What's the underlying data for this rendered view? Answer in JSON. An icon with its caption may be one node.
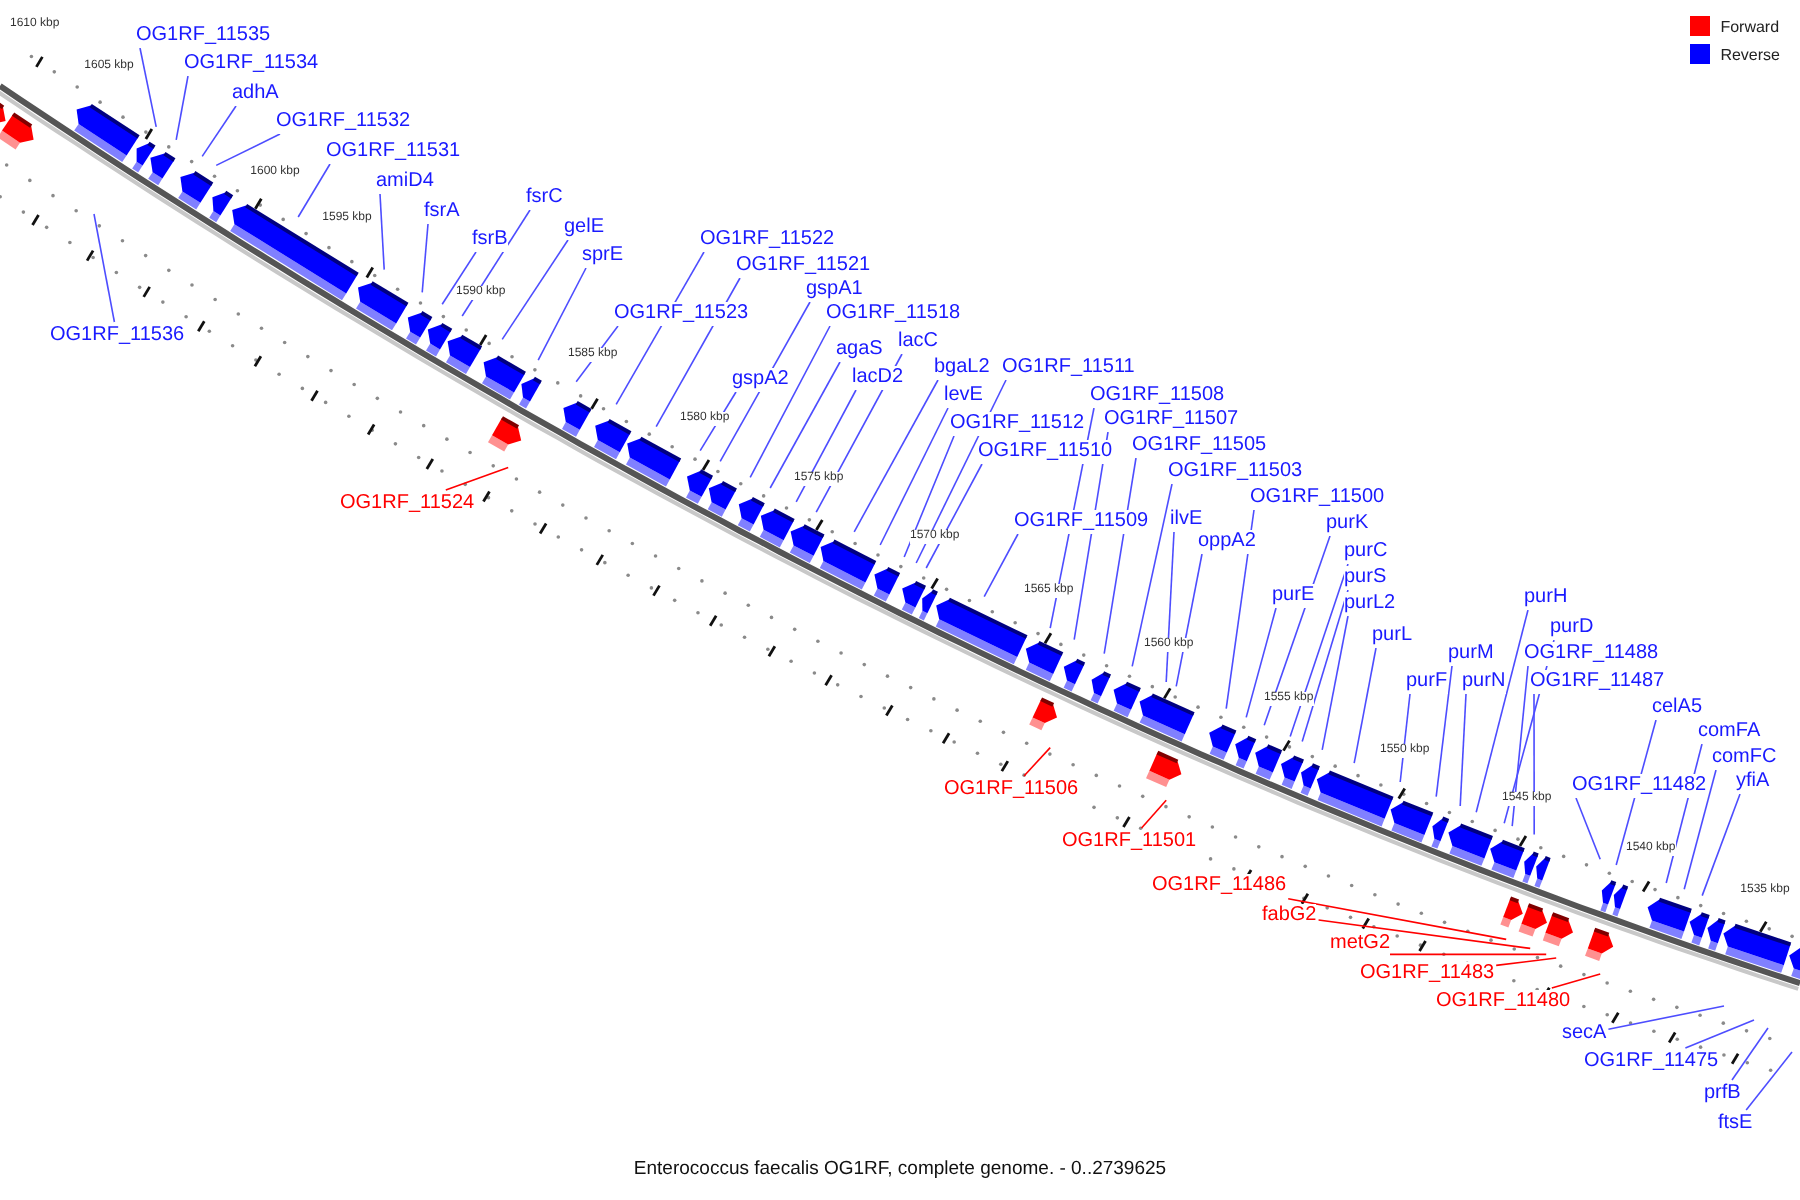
{
  "diagram": {
    "caption": "Enterococcus faecalis OG1RF, complete genome. - 0..2739625",
    "nodes": [
      {
        "text": [
          "OG1RF_11535"
        ]
      },
      {
        "text": [
          "OG1RF_11534"
        ]
      },
      {
        "text": [
          "adhA"
        ]
      },
      {
        "text": [
          "OG1RF_11532"
        ]
      },
      {
        "text": [
          "OG1RF_11531"
        ]
      },
      {
        "text": [
          "amiD4"
        ]
      },
      {
        "text": [
          "fsrA"
        ]
      },
      {
        "text": [
          "fsrB"
        ]
      },
      {
        "text": [
          "fsrC"
        ]
      },
      {
        "text": [
          "gelE"
        ]
      },
      {
        "text": [
          "sprE"
        ]
      },
      {
        "text": [
          "OG1RF_11522"
        ]
      },
      {
        "text": [
          "OG1RF_11521"
        ]
      },
      {
        "text": [
          "gspA1"
        ]
      },
      {
        "text": [
          "OG1RF_11523"
        ]
      },
      {
        "text": [
          "OG1RF_11518"
        ]
      },
      {
        "text": [
          "agaS"
        ]
      },
      {
        "text": [
          "lacC"
        ]
      },
      {
        "text": [
          "gspA2"
        ]
      },
      {
        "text": [
          "lacD2"
        ]
      },
      {
        "text": [
          "bgaL2"
        ]
      },
      {
        "text": [
          "levE"
        ]
      },
      {
        "text": [
          "OG1RF_11511"
        ]
      },
      {
        "text": [
          "OG1RF_11512"
        ]
      },
      {
        "text": [
          "OG1RF_11510"
        ]
      },
      {
        "text": [
          "OG1RF_11509"
        ]
      },
      {
        "text": [
          "OG1RF_11508"
        ]
      },
      {
        "text": [
          "OG1RF_11507"
        ]
      },
      {
        "text": [
          "OG1RF_11505"
        ]
      },
      {
        "text": [
          "OG1RF_11503"
        ]
      },
      {
        "text": [
          "ilvE"
        ]
      },
      {
        "text": [
          "oppA2"
        ]
      },
      {
        "text": [
          "OG1RF_11500"
        ]
      },
      {
        "text": [
          "purK"
        ]
      },
      {
        "text": [
          "purE"
        ]
      },
      {
        "text": [
          "purC"
        ]
      },
      {
        "text": [
          "purS"
        ]
      },
      {
        "text": [
          "purL2"
        ]
      },
      {
        "text": [
          "purL"
        ]
      },
      {
        "text": [
          "purF"
        ]
      },
      {
        "text": [
          "purM"
        ]
      },
      {
        "text": [
          "purN"
        ]
      },
      {
        "text": [
          "purH"
        ]
      },
      {
        "text": [
          "purD"
        ]
      },
      {
        "text": [
          "OG1RF_11488"
        ]
      },
      {
        "text": [
          "OG1RF_11487"
        ]
      },
      {
        "text": [
          "celA5"
        ]
      },
      {
        "text": [
          "OG1RF_11482"
        ]
      },
      {
        "text": [
          "comFA"
        ]
      },
      {
        "text": [
          "comFC"
        ]
      },
      {
        "text": [
          "yfiA"
        ]
      },
      {
        "text": [
          "OG1RF_11536"
        ]
      },
      {
        "text": [
          "secA"
        ]
      },
      {
        "text": [
          "OG1RF_11475"
        ]
      },
      {
        "text": [
          "prfB"
        ]
      },
      {
        "text": [
          "ftsE"
        ]
      },
      {
        "text": [
          "OG1RF_11524"
        ]
      },
      {
        "text": [
          "OG1RF_11506"
        ]
      },
      {
        "text": [
          "OG1RF_11501"
        ]
      },
      {
        "text": [
          "OG1RF_11486"
        ]
      },
      {
        "text": [
          "fabG2"
        ]
      },
      {
        "text": [
          "metG2"
        ]
      },
      {
        "text": [
          "OG1RF_11483"
        ]
      },
      {
        "text": [
          "OG1RF_11480"
        ]
      }
    ],
    "edges": [
      {
        "from": 0,
        "to": null,
        "arrow": "none"
      },
      {
        "from": 1,
        "to": null,
        "arrow": "none"
      },
      {
        "from": 2,
        "to": null,
        "arrow": "none"
      },
      {
        "from": 3,
        "to": null,
        "arrow": "none"
      },
      {
        "from": 4,
        "to": null,
        "arrow": "none"
      },
      {
        "from": 5,
        "to": null,
        "arrow": "none"
      },
      {
        "from": 6,
        "to": null,
        "arrow": "none"
      },
      {
        "from": 7,
        "to": null,
        "arrow": "none"
      },
      {
        "from": 8,
        "to": null,
        "arrow": "none"
      },
      {
        "from": 9,
        "to": null,
        "arrow": "none"
      },
      {
        "from": 10,
        "to": null,
        "arrow": "none"
      },
      {
        "from": 11,
        "to": null,
        "arrow": "none"
      },
      {
        "from": 12,
        "to": null,
        "arrow": "none"
      },
      {
        "from": 13,
        "to": null,
        "arrow": "none"
      },
      {
        "from": 14,
        "to": null,
        "arrow": "none"
      },
      {
        "from": 15,
        "to": null,
        "arrow": "none"
      },
      {
        "from": 16,
        "to": null,
        "arrow": "none"
      },
      {
        "from": 17,
        "to": null,
        "arrow": "none"
      },
      {
        "from": 18,
        "to": null,
        "arrow": "none"
      },
      {
        "from": 19,
        "to": null,
        "arrow": "none"
      },
      {
        "from": 20,
        "to": null,
        "arrow": "none"
      },
      {
        "from": 21,
        "to": null,
        "arrow": "none"
      },
      {
        "from": 22,
        "to": null,
        "arrow": "none"
      },
      {
        "from": 23,
        "to": null,
        "arrow": "none"
      },
      {
        "from": 24,
        "to": null,
        "arrow": "none"
      },
      {
        "from": 25,
        "to": null,
        "arrow": "none"
      },
      {
        "from": 26,
        "to": null,
        "arrow": "none"
      },
      {
        "from": 27,
        "to": null,
        "arrow": "none"
      },
      {
        "from": 28,
        "to": null,
        "arrow": "none"
      },
      {
        "from": 29,
        "to": null,
        "arrow": "none"
      },
      {
        "from": 30,
        "to": null,
        "arrow": "none"
      },
      {
        "from": 31,
        "to": null,
        "arrow": "none"
      },
      {
        "from": 32,
        "to": null,
        "arrow": "none"
      },
      {
        "from": 33,
        "to": null,
        "arrow": "none"
      },
      {
        "from": 34,
        "to": null,
        "arrow": "none"
      },
      {
        "from": 35,
        "to": null,
        "arrow": "none"
      },
      {
        "from": 36,
        "to": null,
        "arrow": "none"
      },
      {
        "from": 37,
        "to": null,
        "arrow": "none"
      },
      {
        "from": 38,
        "to": null,
        "arrow": "none"
      },
      {
        "from": 39,
        "to": null,
        "arrow": "none"
      },
      {
        "from": 40,
        "to": null,
        "arrow": "none"
      },
      {
        "from": 41,
        "to": null,
        "arrow": "none"
      },
      {
        "from": 42,
        "to": null,
        "arrow": "none"
      },
      {
        "from": 43,
        "to": null,
        "arrow": "none"
      },
      {
        "from": 44,
        "to": null,
        "arrow": "none"
      },
      {
        "from": 45,
        "to": null,
        "arrow": "none"
      },
      {
        "from": 46,
        "to": null,
        "arrow": "none"
      },
      {
        "from": 47,
        "to": null,
        "arrow": "none"
      },
      {
        "from": 48,
        "to": null,
        "arrow": "none"
      },
      {
        "from": 49,
        "to": null,
        "arrow": "none"
      },
      {
        "from": 50,
        "to": null,
        "arrow": "none"
      },
      {
        "from": 51,
        "to": null,
        "arrow": "none"
      },
      {
        "from": 52,
        "to": null,
        "arrow": "none"
      },
      {
        "from": 53,
        "to": null,
        "arrow": "none"
      },
      {
        "from": 54,
        "to": null,
        "arrow": "none"
      },
      {
        "from": 55,
        "to": null,
        "arrow": "none"
      },
      {
        "from": 56,
        "to": null,
        "arrow": "none",
        "color": "#ff0000"
      },
      {
        "from": 57,
        "to": null,
        "arrow": "none",
        "color": "#ff0000"
      },
      {
        "from": 58,
        "to": null,
        "arrow": "none",
        "color": "#ff0000"
      },
      {
        "from": 59,
        "to": null,
        "arrow": "none",
        "color": "#ff0000"
      },
      {
        "from": 60,
        "to": null,
        "arrow": "none",
        "color": "#ff0000"
      },
      {
        "from": 61,
        "to": null,
        "arrow": "none",
        "color": "#ff0000"
      },
      {
        "from": 62,
        "to": null,
        "arrow": "none",
        "color": "#ff0000"
      },
      {
        "from": 63,
        "to": null,
        "arrow": "none",
        "color": "#ff0000"
      }
    ],
    "labels": [
      "1610 kbp",
      "1605 kbp",
      "1600 kbp",
      "1595 kbp",
      "1590 kbp",
      "1585 kbp",
      "1580 kbp",
      "1575 kbp",
      "1570 kbp",
      "1565 kbp",
      "1560 kbp",
      "1555 kbp",
      "1550 kbp",
      "1545 kbp",
      "1540 kbp",
      "1535 kbp"
    ],
    "legend": [
      {
        "text": "Forward",
        "color": "#ff0000"
      },
      {
        "text": "Reverse",
        "color": "#0000ff"
      }
    ]
  }
}
